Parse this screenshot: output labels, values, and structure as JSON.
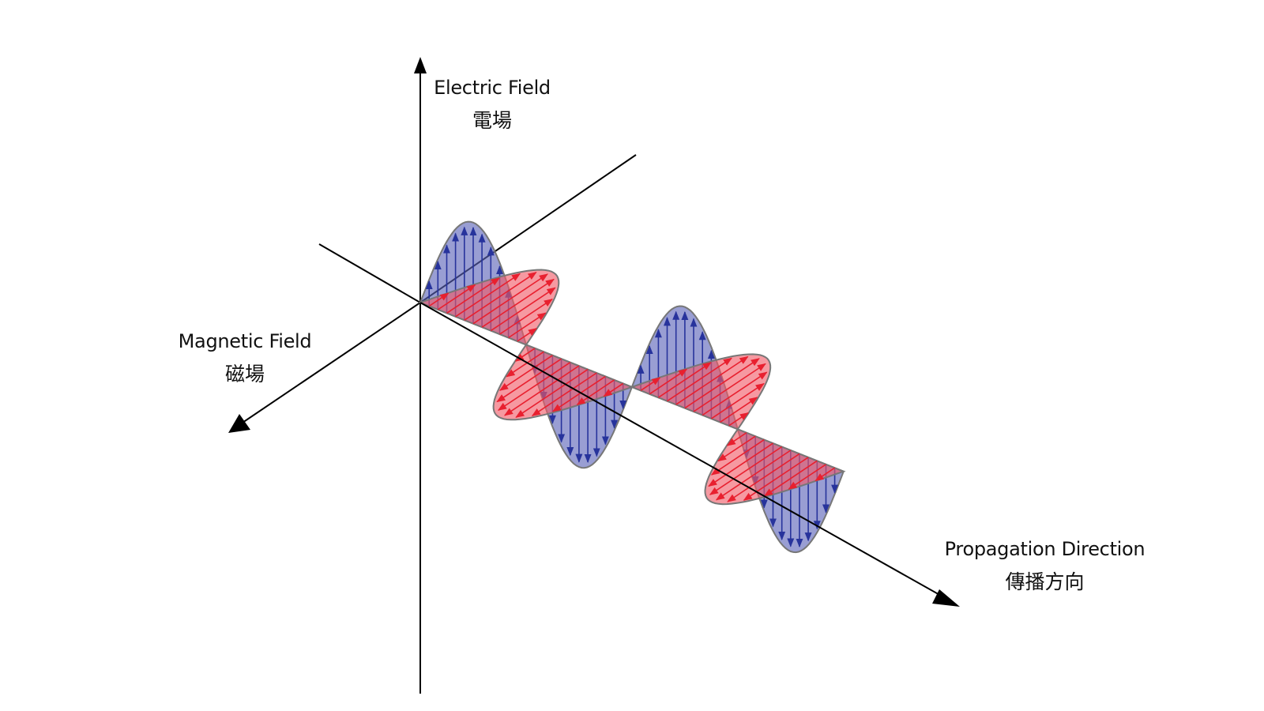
{
  "diagram": {
    "labels": {
      "electric_field": {
        "en": "Electric Field",
        "zh": "電場"
      },
      "magnetic_field": {
        "en": "Magnetic Field",
        "zh": "磁場"
      },
      "propagation_direction": {
        "en": "Propagation Direction",
        "zh": "傳播方向"
      }
    },
    "colors": {
      "axis": "#000000",
      "electric_fill": "#5a63b8",
      "electric_arrow": "#27339c",
      "magnetic_fill": "#f05a68",
      "magnetic_arrow": "#e8202f",
      "outline": "#777777"
    },
    "electric_half_cycles": 4,
    "magnetic_half_cycles": 4
  }
}
